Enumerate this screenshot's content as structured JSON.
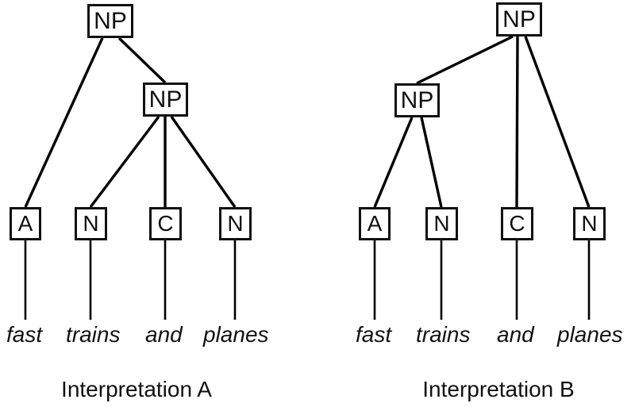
{
  "figure": {
    "background_color": "#ffffff",
    "line_color": "#000000",
    "text_color": "#111111",
    "sentence": "fast trains and planes",
    "description": "Two syntax tree parses of the phrase fast trains and planes"
  },
  "trees": [
    {
      "id": "interpretation-a",
      "caption": "Interpretation A",
      "root_label": "NP",
      "inner_label": "NP",
      "pos_tags": [
        "A",
        "N",
        "C",
        "N"
      ],
      "words": [
        "fast",
        "trains",
        "and",
        "planes"
      ],
      "attachment": "fast scopes over the coordinated NP [trains and planes]"
    },
    {
      "id": "interpretation-b",
      "caption": "Interpretation B",
      "root_label": "NP",
      "inner_label": "NP",
      "pos_tags": [
        "A",
        "N",
        "C",
        "N"
      ],
      "words": [
        "fast",
        "trains",
        "and",
        "planes"
      ],
      "attachment": "fast scopes only over trains; [fast trains] and planes are coordinated"
    }
  ]
}
